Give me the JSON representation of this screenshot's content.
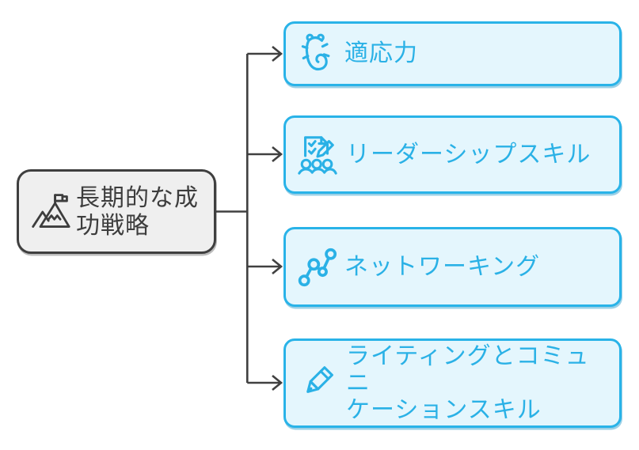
{
  "page": {
    "background": "#ffffff"
  },
  "diagram": {
    "root": {
      "label": "長期的な成\n功戦略",
      "icon": "mountain-flag-icon",
      "fill": "#efefef",
      "border_color": "#3f3f3f",
      "text_color": "#3d3d3d"
    },
    "connector_color": "#404040",
    "child_style": {
      "fill": "#e4f6fd",
      "border_color": "#29b3e8",
      "text_color": "#2ab1e6"
    },
    "children": [
      {
        "label": "適応力",
        "icon": "chameleon-icon"
      },
      {
        "label": "リーダーシップスキル",
        "icon": "leadership-checklist-icon"
      },
      {
        "label": "ネットワーキング",
        "icon": "network-nodes-icon"
      },
      {
        "label": "ライティングとコミュニ\nケーションスキル",
        "icon": "pen-icon"
      }
    ]
  }
}
